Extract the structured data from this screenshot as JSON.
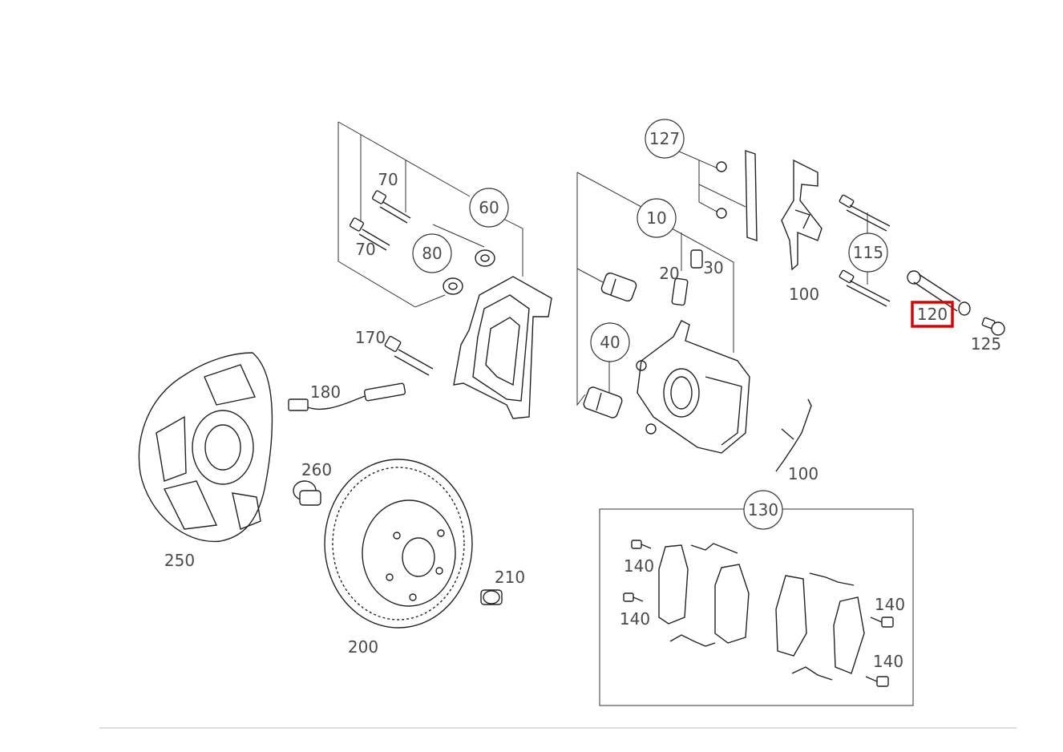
{
  "diagram": {
    "highlighted_part": "120",
    "highlight_color": "#e00000",
    "callouts": {
      "c127": "127",
      "c10": "10",
      "c60": "60",
      "c80": "80",
      "c70a": "70",
      "c70b": "70",
      "c20": "20",
      "c30": "30",
      "c40": "40",
      "c115": "115",
      "c100a": "100",
      "c120": "120",
      "c125": "125",
      "c170": "170",
      "c180": "180",
      "c100b": "100",
      "c130": "130",
      "c260": "260",
      "c250": "250",
      "c200": "200",
      "c210": "210",
      "c140a": "140",
      "c140b": "140",
      "c140c": "140",
      "c140d": "140"
    }
  }
}
